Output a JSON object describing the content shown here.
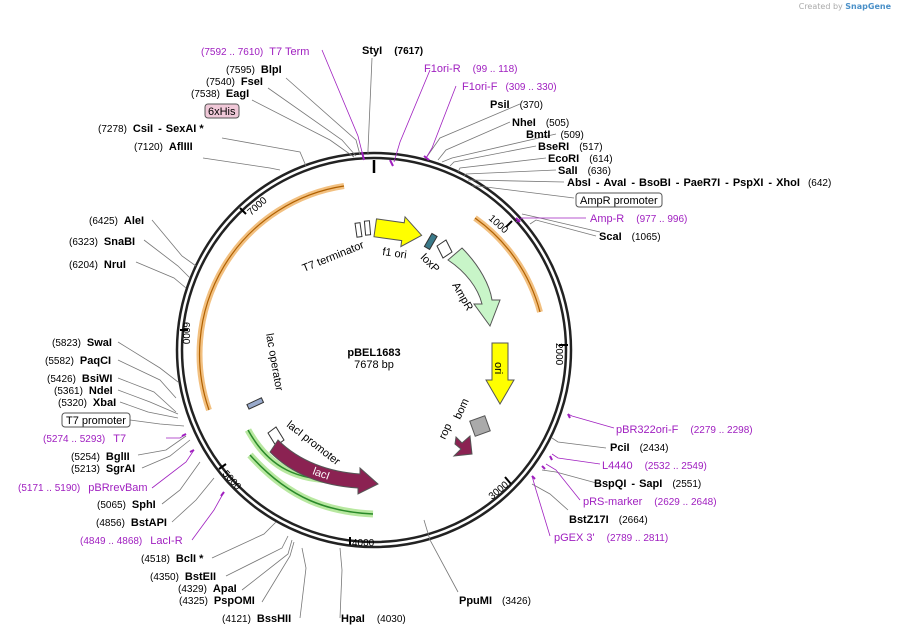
{
  "credit": {
    "prefix": "Created by",
    "brand": "SnapGene"
  },
  "plasmid": {
    "name": "pBEL1683",
    "size": "7678 bp"
  },
  "ticks": [
    "1000",
    "2000",
    "3000",
    "4000",
    "5000",
    "6000",
    "7000"
  ],
  "features": {
    "t7_terminator": "T7 terminator",
    "f1_ori": "f1 ori",
    "loxp": "loxP",
    "ampr": "AmpR",
    "ori": "ori",
    "rop": "rop",
    "bom": "bom",
    "laci_promoter": "lacI promoter",
    "laci": "lacI",
    "lac_operator": "lac operator"
  },
  "enzymes": {
    "styi": {
      "name": "StyI",
      "pos": "(7617)"
    },
    "blpi": {
      "name": "BlpI",
      "pos": "(7595)"
    },
    "fsei": {
      "name": "FseI",
      "pos": "(7540)"
    },
    "eagi": {
      "name": "EagI",
      "pos": "(7538)"
    },
    "csii": {
      "name": "CsiI",
      "pos": "(7278)"
    },
    "sexai": {
      "name": "SexAI *"
    },
    "aflii": {
      "name": "AflIII",
      "pos": "(7120)"
    },
    "psii": {
      "name": "PsiI",
      "pos": "(370)"
    },
    "nhei": {
      "name": "NheI",
      "pos": "(505)"
    },
    "bmti": {
      "name": "BmtI",
      "pos": "(509)"
    },
    "bseri": {
      "name": "BseRI",
      "pos": "(517)"
    },
    "ecori": {
      "name": "EcoRI",
      "pos": "(614)"
    },
    "sali": {
      "name": "SalI",
      "pos": "(636)"
    },
    "absi": {
      "name": "AbsI"
    },
    "avai": {
      "name": "AvaI"
    },
    "bsobi": {
      "name": "BsoBI"
    },
    "paer7i": {
      "name": "PaeR7I"
    },
    "pspxi": {
      "name": "PspXI"
    },
    "xhoi": {
      "name": "XhoI",
      "pos": "(642)"
    },
    "scai": {
      "name": "ScaI",
      "pos": "(1065)"
    },
    "alei": {
      "name": "AleI",
      "pos": "(6425)"
    },
    "snabi": {
      "name": "SnaBI",
      "pos": "(6323)"
    },
    "nrui": {
      "name": "NruI",
      "pos": "(6204)"
    },
    "swai": {
      "name": "SwaI",
      "pos": "(5823)"
    },
    "paqci": {
      "name": "PaqCI",
      "pos": "(5582)"
    },
    "bsiwi": {
      "name": "BsiWI",
      "pos": "(5426)"
    },
    "ndei": {
      "name": "NdeI",
      "pos": "(5361)"
    },
    "xbai": {
      "name": "XbaI",
      "pos": "(5320)"
    },
    "bglii": {
      "name": "BglII",
      "pos": "(5254)"
    },
    "sgrai": {
      "name": "SgrAI",
      "pos": "(5213)"
    },
    "sphi": {
      "name": "SphI",
      "pos": "(5065)"
    },
    "bstapi": {
      "name": "BstAPI",
      "pos": "(4856)"
    },
    "bcli": {
      "name": "BclI *",
      "pos": "(4518)"
    },
    "bsteii": {
      "name": "BstEII",
      "pos": "(4350)"
    },
    "apai": {
      "name": "ApaI",
      "pos": "(4329)"
    },
    "pspomi": {
      "name": "PspOMI",
      "pos": "(4325)"
    },
    "bsshii": {
      "name": "BssHII",
      "pos": "(4121)"
    },
    "hpai": {
      "name": "HpaI",
      "pos": "(4030)"
    },
    "ppumi": {
      "name": "PpuMI",
      "pos": "(3426)"
    },
    "pcii": {
      "name": "PciI",
      "pos": "(2434)"
    },
    "bspqi": {
      "name": "BspQI"
    },
    "sapi": {
      "name": "SapI",
      "pos": "(2551)"
    },
    "bstz17i": {
      "name": "BstZ17I",
      "pos": "(2664)"
    }
  },
  "boxed": {
    "sixhis": "6xHis",
    "ampr_promoter": "AmpR promoter",
    "t7_promoter": "T7 promoter"
  },
  "primers": {
    "t7term": {
      "name": "T7 Term",
      "range": "(7592 .. 7610)"
    },
    "f1orir": {
      "name": "F1ori-R",
      "range": "(99 .. 118)"
    },
    "f1orif": {
      "name": "F1ori-F",
      "range": "(309 .. 330)"
    },
    "ampr": {
      "name": "Amp-R",
      "range": "(977 .. 996)"
    },
    "t7": {
      "name": "T7",
      "range": "(5274 .. 5293)"
    },
    "pbrrevbam": {
      "name": "pBRrevBam",
      "range": "(5171 .. 5190)"
    },
    "lacir": {
      "name": "LacI-R",
      "range": "(4849 .. 4868)"
    },
    "pbr322orif": {
      "name": "pBR322ori-F",
      "range": "(2279 .. 2298)"
    },
    "l4440": {
      "name": "L4440",
      "range": "(2532 .. 2549)"
    },
    "prsmarker": {
      "name": "pRS-marker",
      "range": "(2629 .. 2648)"
    },
    "pgex3": {
      "name": "pGEX 3'",
      "range": "(2789 .. 2811)"
    }
  }
}
